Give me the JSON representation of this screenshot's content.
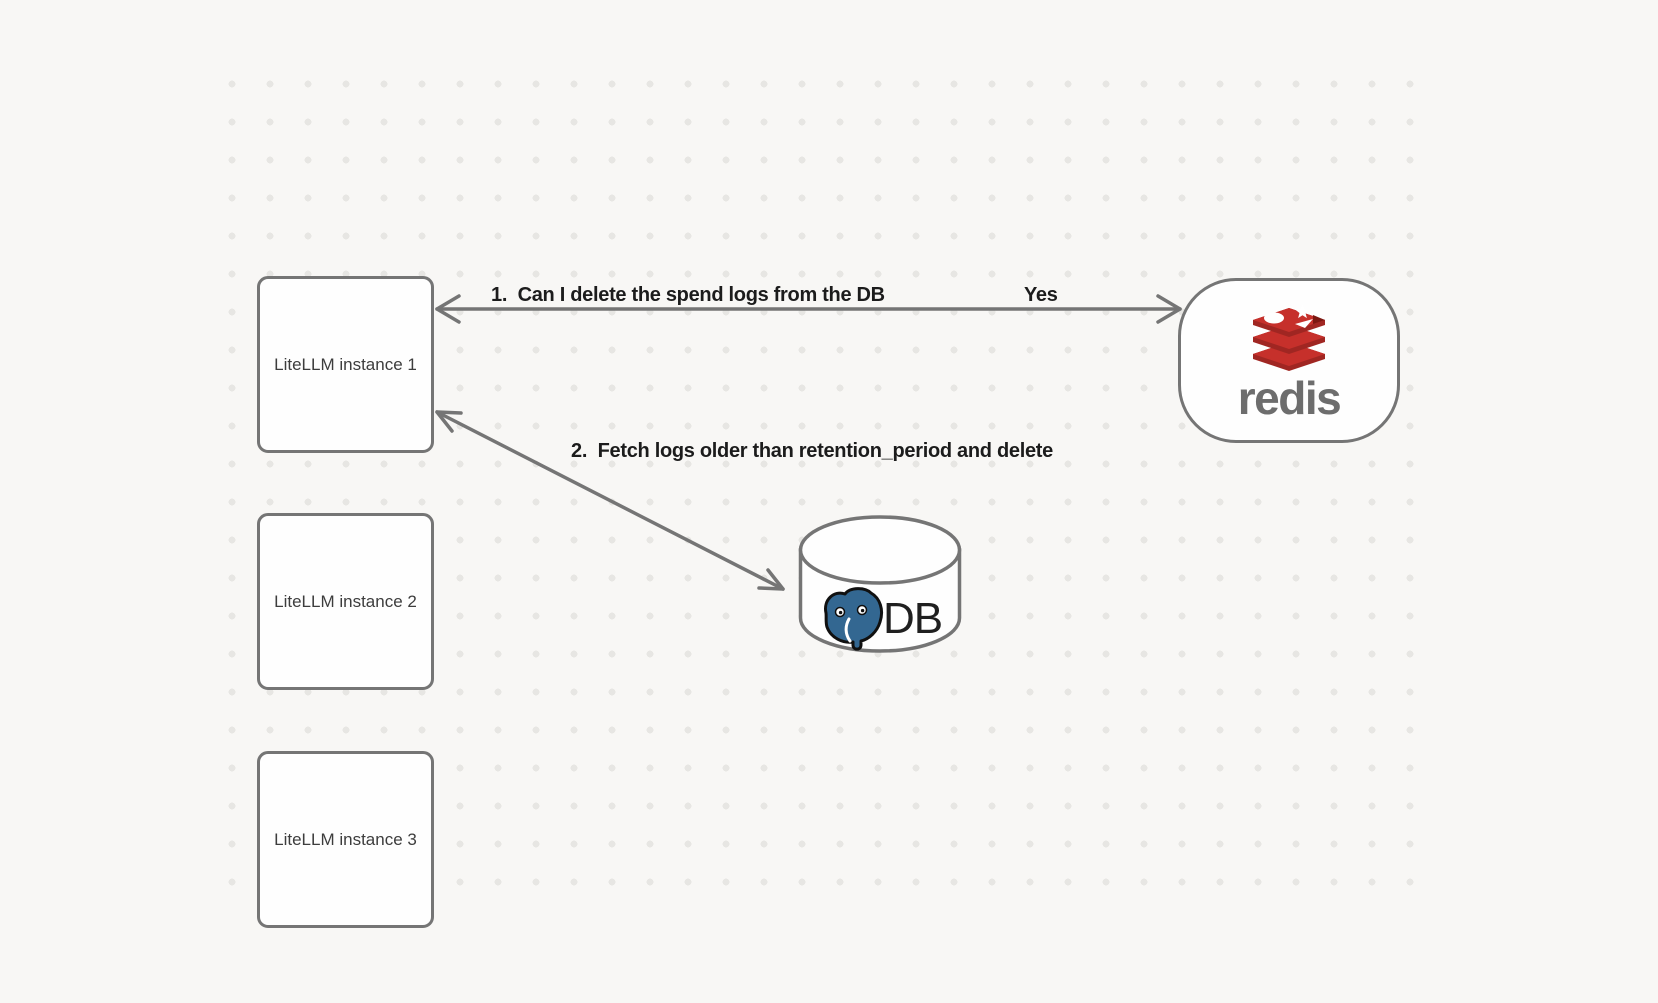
{
  "diagram": {
    "nodes": {
      "litellm1": {
        "label": "LiteLLM instance 1"
      },
      "litellm2": {
        "label": "LiteLLM instance 2"
      },
      "litellm3": {
        "label": "LiteLLM instance 3"
      },
      "redis": {
        "label": "redis"
      },
      "db": {
        "label": "DB"
      }
    },
    "edges": {
      "edge1": {
        "label": "1.  Can I delete the spend logs from the DB",
        "response": "Yes",
        "from": "redis",
        "to": "litellm1",
        "direction": "bidirectional"
      },
      "edge2": {
        "label": "2.  Fetch logs older than retention_period and delete",
        "from": "litellm1",
        "to": "db",
        "direction": "bidirectional"
      }
    },
    "icons": {
      "redis": "redis-logo-icon",
      "postgres": "postgresql-elephant-icon",
      "database": "database-cylinder-icon"
    },
    "colors": {
      "background": "#f8f7f5",
      "grid_dot": "#e7e6e3",
      "stroke": "#757575",
      "node_fill": "#fefefe",
      "edge_label_text": "#1c1c1c",
      "node_text": "#3d3d3d",
      "redis_red": "#c6302b",
      "redis_dark_red": "#a02622",
      "redis_notch_red": "#7c1711",
      "redis_wordmark": "#6d6d6d",
      "postgres_blue": "#336791",
      "db_text": "#1f1f1f"
    }
  }
}
